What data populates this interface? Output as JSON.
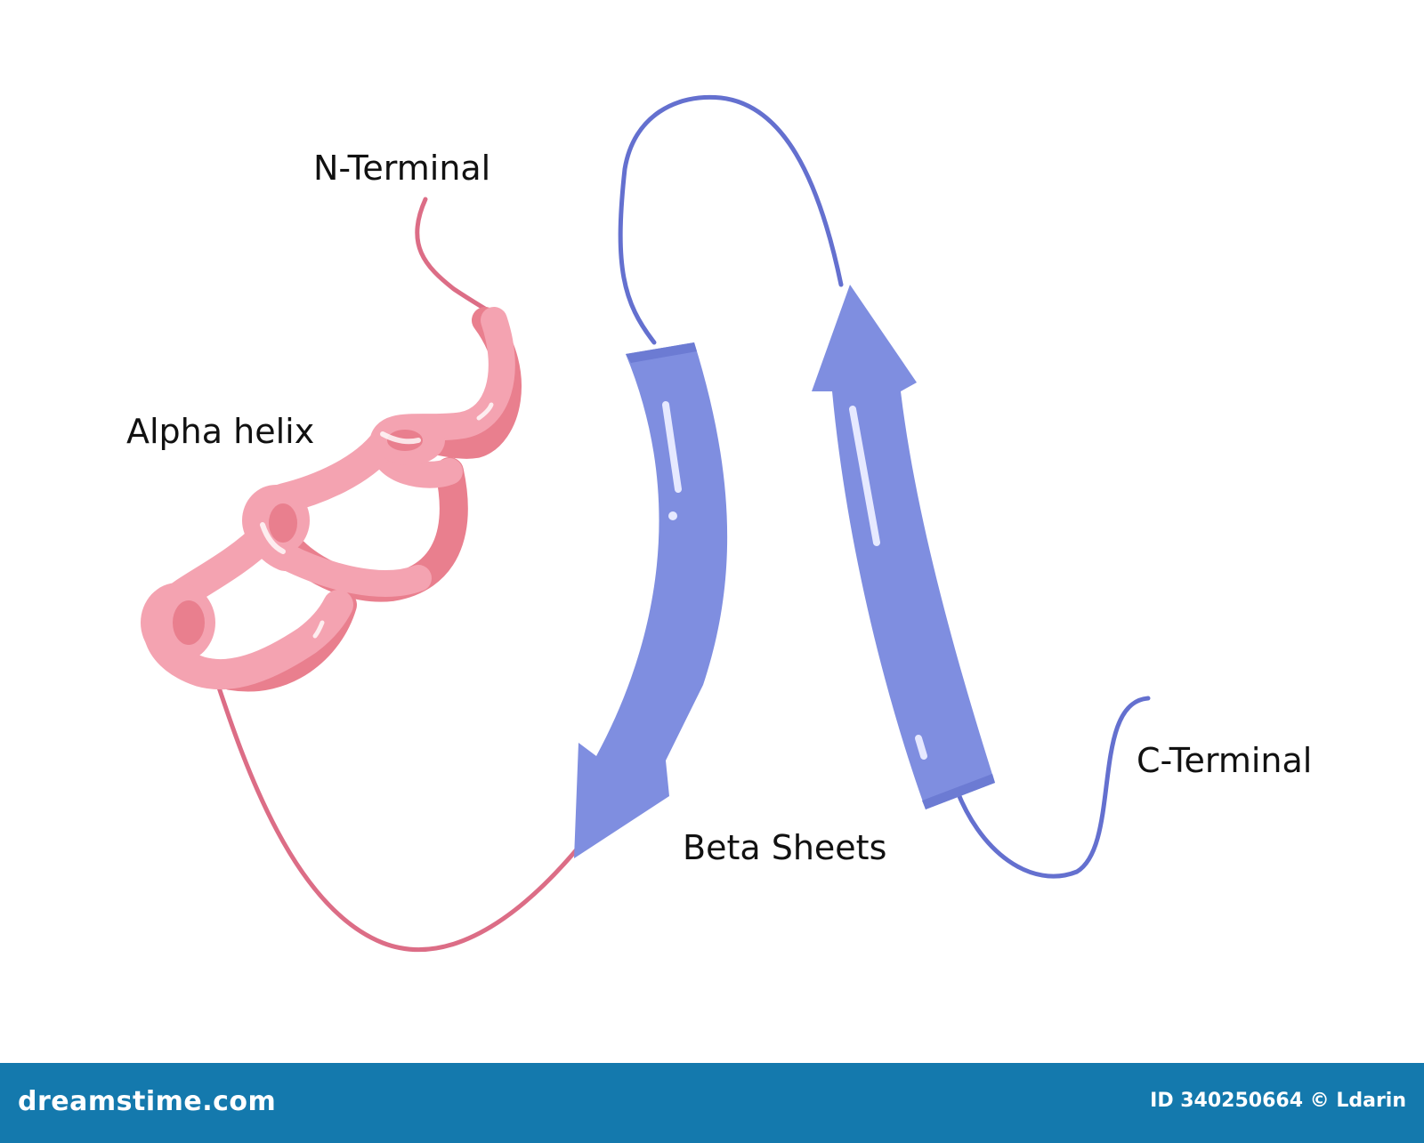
{
  "diagram": {
    "labels": {
      "n_terminal": "N-Terminal",
      "alpha_helix": "Alpha helix",
      "beta_sheets": "Beta Sheets",
      "c_terminal": "C-Terminal"
    },
    "colors": {
      "alpha_helix": "#f4a3b1",
      "alpha_helix_dark": "#e97f8e",
      "alpha_chain": "#dc6d86",
      "beta_sheet": "#7f8ee0",
      "beta_chain": "#6470cf",
      "highlight": "#e6e9ff"
    }
  },
  "watermark": {
    "brand": "dreamstime.com",
    "credit": "ID 340250664 © Ldarin"
  }
}
